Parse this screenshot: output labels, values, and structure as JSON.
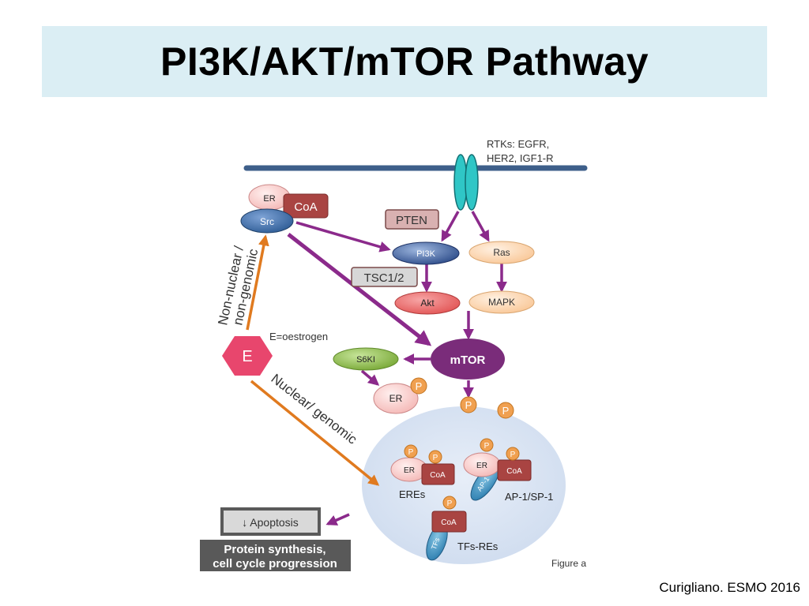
{
  "slide": {
    "title": "PI3K/AKT/mTOR Pathway",
    "citation": "Curigliano. ESMO 2016"
  },
  "diagram": {
    "rtk_label_line1": "RTKs: EGFR,",
    "rtk_label_line2": "HER2, IGF1-R",
    "er": "ER",
    "coa": "CoA",
    "src": "Src",
    "pten": "PTEN",
    "pi3k": "PI3K",
    "ras": "Ras",
    "tsc": "TSC1/2",
    "akt": "Akt",
    "mapk": "MAPK",
    "mtor": "mTOR",
    "s6ki": "S6KI",
    "e": "E",
    "e_def": "E=oestrogen",
    "non_nuclear_line1": "Non-nuclear /",
    "non_nuclear_line2": "non-genomic",
    "nuclear": "Nuclear/ genomic",
    "p": "P",
    "eres": "EREs",
    "ap1": "AP-1",
    "ap1sp1": "AP-1/SP-1",
    "tfs": "TFs",
    "tfs_res": "TFs-REs",
    "apoptosis": "↓ Apoptosis",
    "protein_line1": "Protein synthesis,",
    "protein_line2": "cell cycle progression",
    "figure": "Figure a",
    "colors": {
      "membrane": "#3e5f8a",
      "receptor": "#2fc6c6",
      "arrow_purple": "#8b2a8b",
      "arrow_orange": "#e07a1f",
      "er_fill": "#f6c9c8",
      "coa_fill": "#a94442",
      "src_fill": "#3f6fa6",
      "pi3k_fill": "#3a5c9c",
      "ras_fill": "#fdd9b5",
      "akt_fill": "#ef6e6e",
      "mtor_fill": "#7a2c7a",
      "s6ki_fill": "#8fbf4a",
      "e_fill": "#e8466d",
      "p_fill": "#f0a050",
      "nucleus_fill": "#dbe6f4",
      "label_box_fill": "#d7d7d7",
      "output_box_fill": "#595959"
    }
  }
}
